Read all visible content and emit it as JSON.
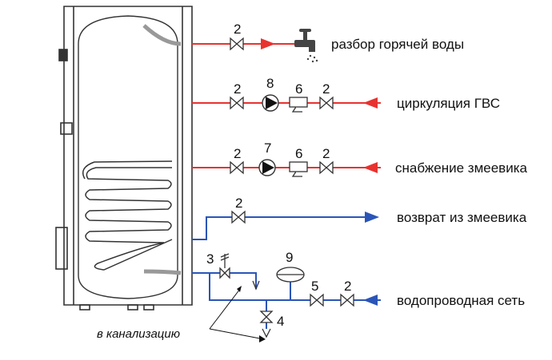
{
  "colors": {
    "hot": "#e8322f",
    "cold": "#2a55b8",
    "outline": "#333333"
  },
  "labels": {
    "hot_draw": "разбор горячей воды",
    "recirc": "циркуляция ГВС",
    "coil_supply": "снабжение змеевика",
    "coil_return": "возврат из змеевика",
    "mains": "водопроводная сеть",
    "drain": "в канализацию"
  },
  "numbers": {
    "valve_hot": "2",
    "pump_recirc": "8",
    "check_recirc": "6",
    "valve_recirc_1": "2",
    "valve_recirc_2": "2",
    "valve_coil_1": "2",
    "pump_coil": "7",
    "check_coil": "6",
    "valve_coil_2": "2",
    "valve_return": "2",
    "safety_valve": "3",
    "expansion_tank": "9",
    "drain_valve": "4",
    "check_mains": "5",
    "valve_mains": "2"
  },
  "icons": [
    "faucet-icon",
    "pump-icon",
    "check-valve-icon",
    "gate-valve-icon",
    "safety-valve-icon",
    "expansion-tank-icon"
  ]
}
